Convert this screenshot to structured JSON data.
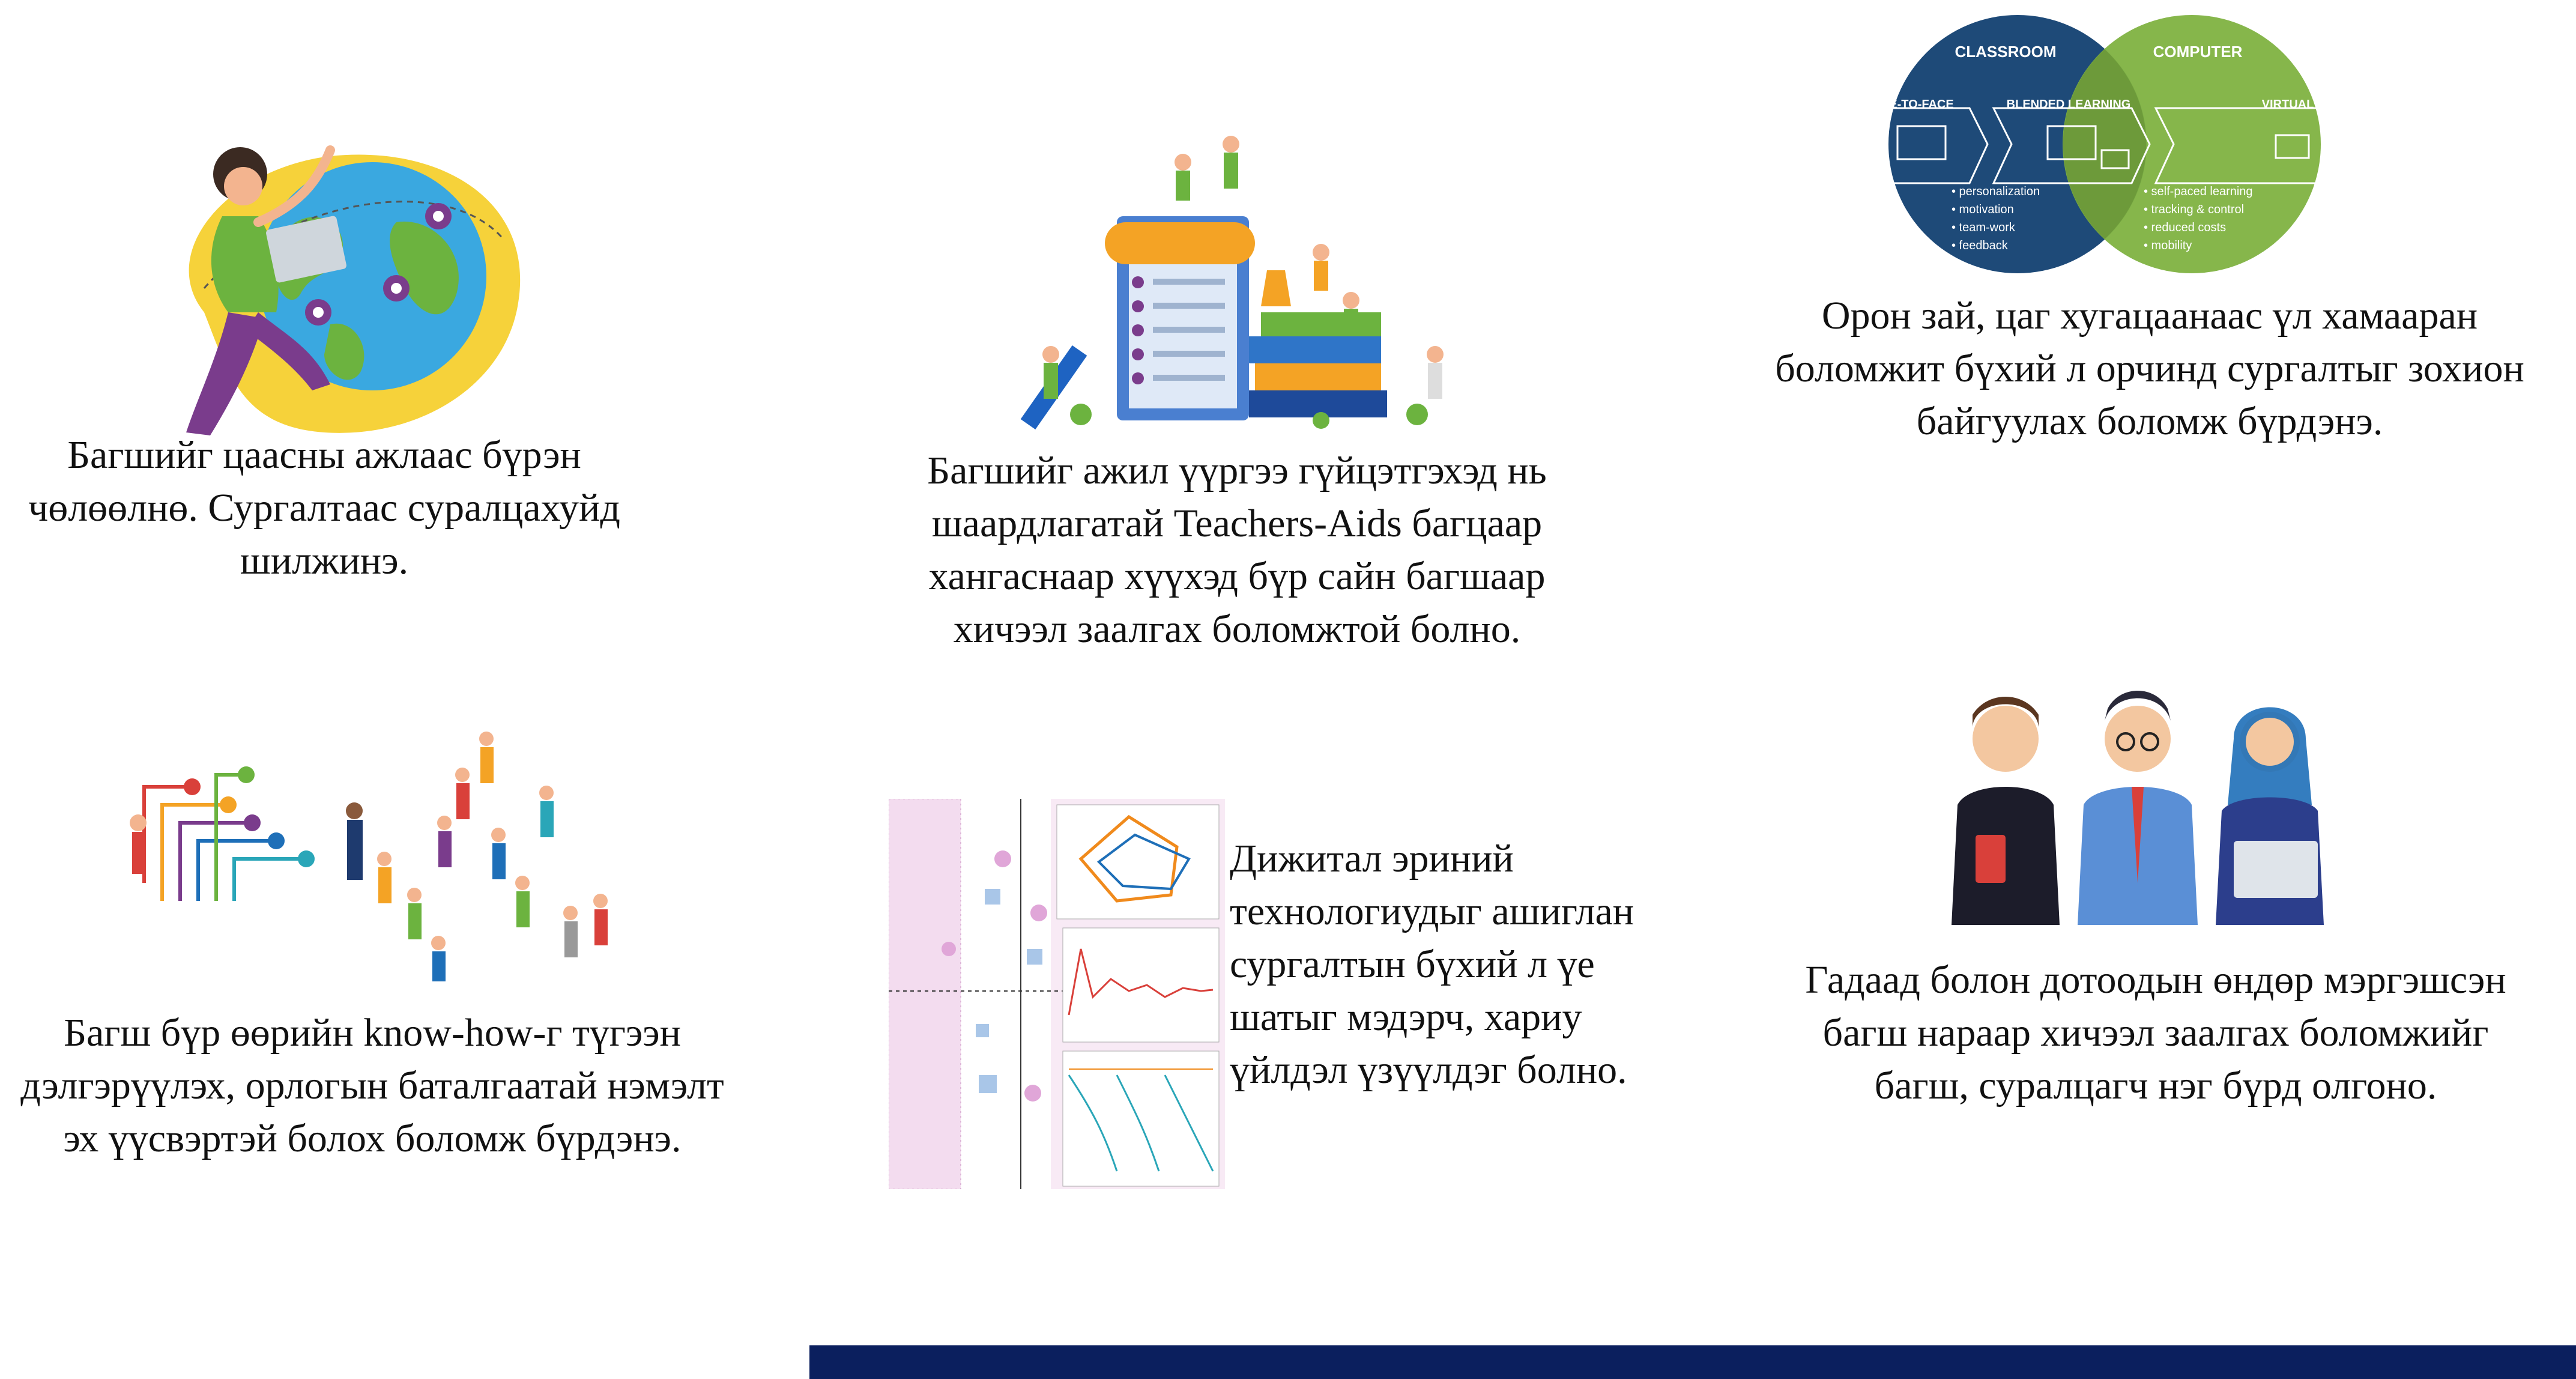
{
  "blocks": {
    "b1": "Багшийг цаасны ажлаас бүрэн чөлөөлнө. Сургалтаас суралцахуйд шилжинэ.",
    "b2": "Багшийг ажил үүргээ гүйцэтгэхэд нь шаардлагатай Teachers-Aids багцаар хангаснаар хүүхэд бүр сайн багшаар хичээл заалгах боломжтой болно.",
    "b3": "Орон зай, цаг хугацаанаас үл хамааран боломжит бүхий л орчинд сургалтыг зохион байгуулах боломж бүрдэнэ.",
    "b4": "Багш бүр өөрийн know-how-г түгээн дэлгэрүүлэх, орлогын баталгаатай нэмэлт эх үүсвэртэй болох боломж бүрдэнэ.",
    "b5": "Дижитал эриний технологиудыг ашиглан сургалтын бүхий л үе шатыг мэдэрч, хариу үйлдэл үзүүлдэг болно.",
    "b6": "Гадаад болон дотоодын өндөр мэргэшсэн багш нараар хичээл заалгах боломжийг багш, суралцагч нэг бүрд олгоно."
  },
  "venn": {
    "left_title": "CLASSROOM",
    "right_title": "COMPUTER",
    "face": "FACE-TO-FACE",
    "blended": "BLENDED LEARNING",
    "virtual": "VIRTUAL",
    "left_items": [
      "• personalization",
      "• motivation",
      "• team-work",
      "• feedback"
    ],
    "right_items": [
      "• self-paced learning",
      "• tracking & control",
      "• reduced costs",
      "• mobility"
    ]
  },
  "colors": {
    "navy": "#1e4a78",
    "green": "#7fb241",
    "bar": "#0b1f5e"
  }
}
